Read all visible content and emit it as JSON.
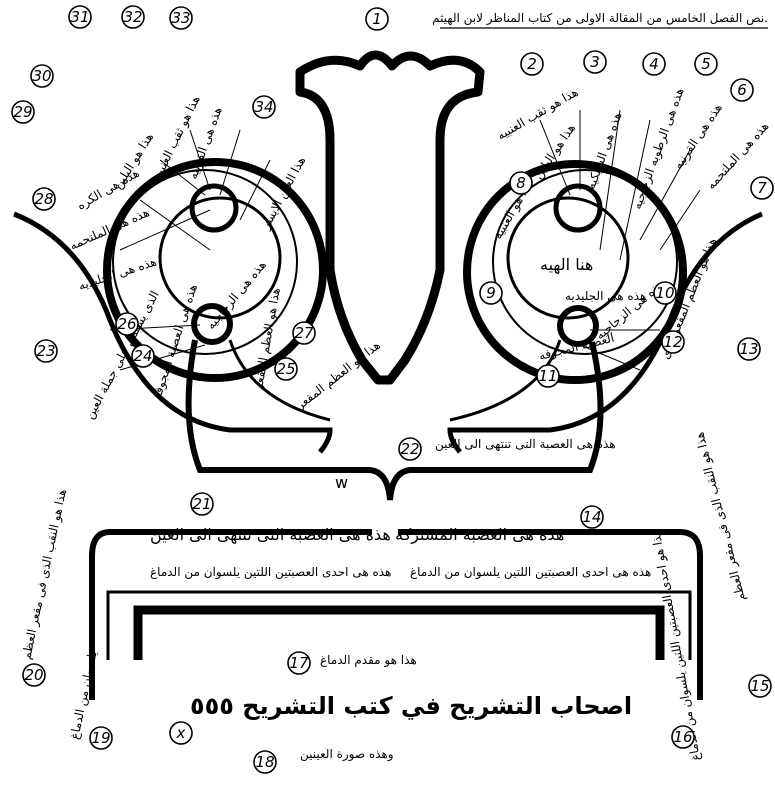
{
  "title": "نص الفصل الخامس من المقالة الاولى من كتاب المناظر لابن الهيثم.",
  "numbers": [
    "1",
    "2",
    "3",
    "4",
    "5",
    "6",
    "7",
    "8",
    "9",
    "10",
    "11",
    "12",
    "13",
    "14",
    "15",
    "16",
    "17",
    "18",
    "19",
    "20",
    "21",
    "22",
    "23",
    "24",
    "25",
    "26",
    "27",
    "28",
    "29",
    "30",
    "31",
    "32",
    "33",
    "34",
    "x"
  ],
  "labels": {
    "l2": "هذا هو ثقب العنبيه",
    "l3": "هذا هو البلين",
    "l4": "هذه هى الشبكيه",
    "l5": "هذه هى الرطوبه الزجاجيه",
    "l6": "هذه هى القرنيه",
    "l7": "هذه هى الملتحمه",
    "l8": "هذا هو العنبيه",
    "l9": "هنا الهيه",
    "l10": "هذه هى الجليديه",
    "l11": "العصبة المجوفه",
    "l12": "هذه هى الزجاجيه",
    "l13": "هذا هو العظم المقعر الذى",
    "l14": "هذه هى العصبة المشتركه",
    "l15": "هذا هو النقب الذى فى مقعر العظم",
    "l16": "هذا هو احدى العصبتين اللتين يلسوان من الدماغ",
    "l17": "هذا هو مقدم الدماغ",
    "l18": "وهذه صورة العينين",
    "l19": "يلسوان من الدماغ",
    "l20": "هذا هو النقب الذى فى مقعر العظم",
    "l21": "هذه هى العصبة التى تنتهى الى العين",
    "l22": "هذه هى العصبة التى تنتهى الى العين",
    "l23": "الذى يشتمل على جملة العين",
    "l24": "هذه هى العصبة المجوفه",
    "l25": "هذا هو العظم المقعر",
    "l26": "هذه هى الزجاجيه",
    "l27": "هذا هو العظم المقعر",
    "l28": "هذه هى الجليديه",
    "l29": "هذه هى الملتحمه",
    "l30": "هذه هى الكره",
    "l31": "هذا هو البلين",
    "l32": "هذا هو ثقب العنبيه",
    "l33": "هذه هى القرنيه",
    "l34": "هذا العين الايسر",
    "nerve_left": "هذه هى احدى العصبتين اللتين يلسوان من الدماغ",
    "nerve_right": "هذه هى احدى العصبتين اللتين يلسوان من الدماغ",
    "sig": "اصحاب التشريح في كتب التشريح ٥٥٥"
  }
}
